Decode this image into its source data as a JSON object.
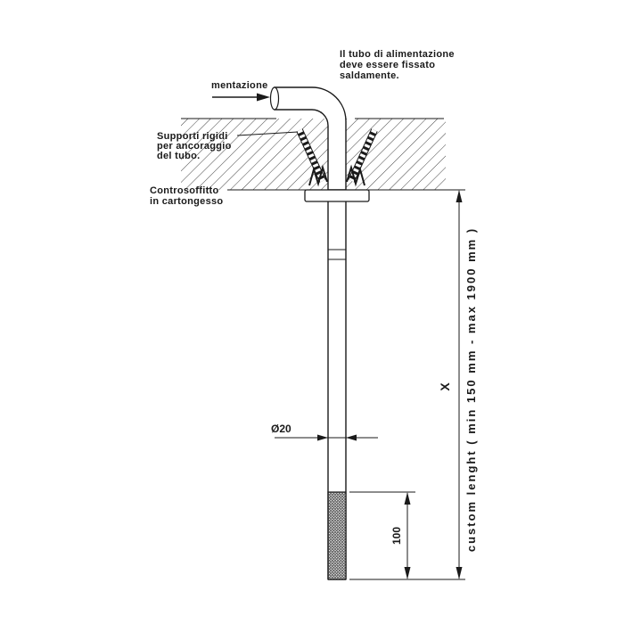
{
  "diagram": {
    "note_top_right": {
      "lines": [
        "Il tubo di alimentazione",
        "deve essere fissato",
        "saldamente."
      ]
    },
    "inlet_label": "mentazione",
    "supports_label": {
      "lines": [
        "Supporti rigidi",
        "per ancoraggio",
        "del tubo."
      ]
    },
    "ceiling_label": {
      "lines": [
        "Controsoffitto",
        "in cartongesso"
      ]
    },
    "dimensions": {
      "diameter": "Ø20",
      "length_symbol": "X",
      "custom_length": "custom lenght ( min 150 mm - max 1900 mm )",
      "bottom_section": "100"
    },
    "colors": {
      "line": "#1a1a1a",
      "hatch": "#444444",
      "background": "#ffffff"
    }
  }
}
